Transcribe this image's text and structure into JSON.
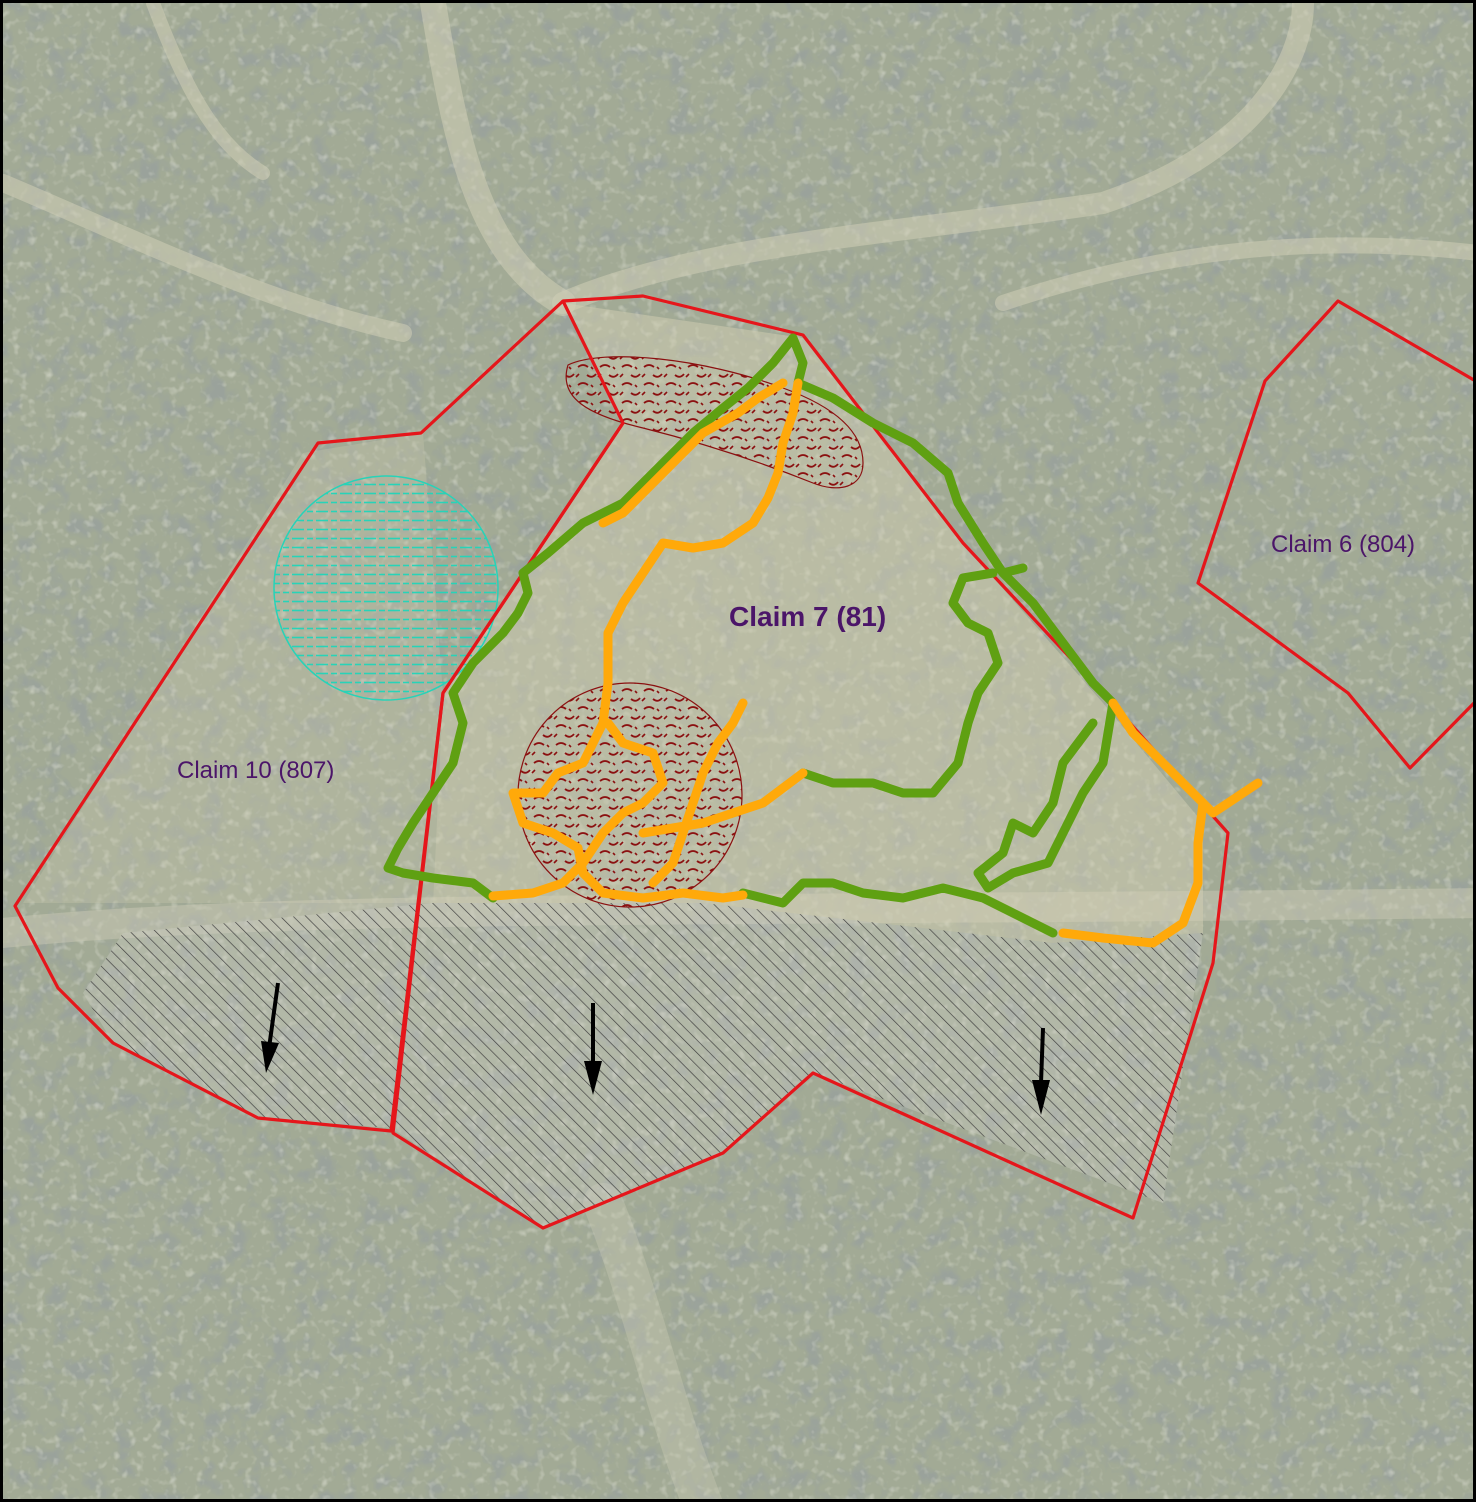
{
  "map": {
    "claims": [
      {
        "id": "claim-7",
        "label": "Claim 7 (81)"
      },
      {
        "id": "claim-10",
        "label": "Claim 10 (807)"
      },
      {
        "id": "claim-6",
        "label": "Claim 6 (804)"
      }
    ],
    "colors": {
      "claim_boundary": "#e5161b",
      "claim_label": "#4b1569",
      "track_green": "#5fa012",
      "track_orange": "#ffa90a",
      "site_hatch_dark_red": "#8b1010",
      "site_hatch_cyan": "#27d3b8",
      "slope_hatch": "#3a3a3a",
      "arrow": "#000000",
      "imagery_base": "#9ba48f"
    },
    "symbols": [
      "down-arrow-icon",
      "down-arrow-icon",
      "down-arrow-icon"
    ]
  }
}
